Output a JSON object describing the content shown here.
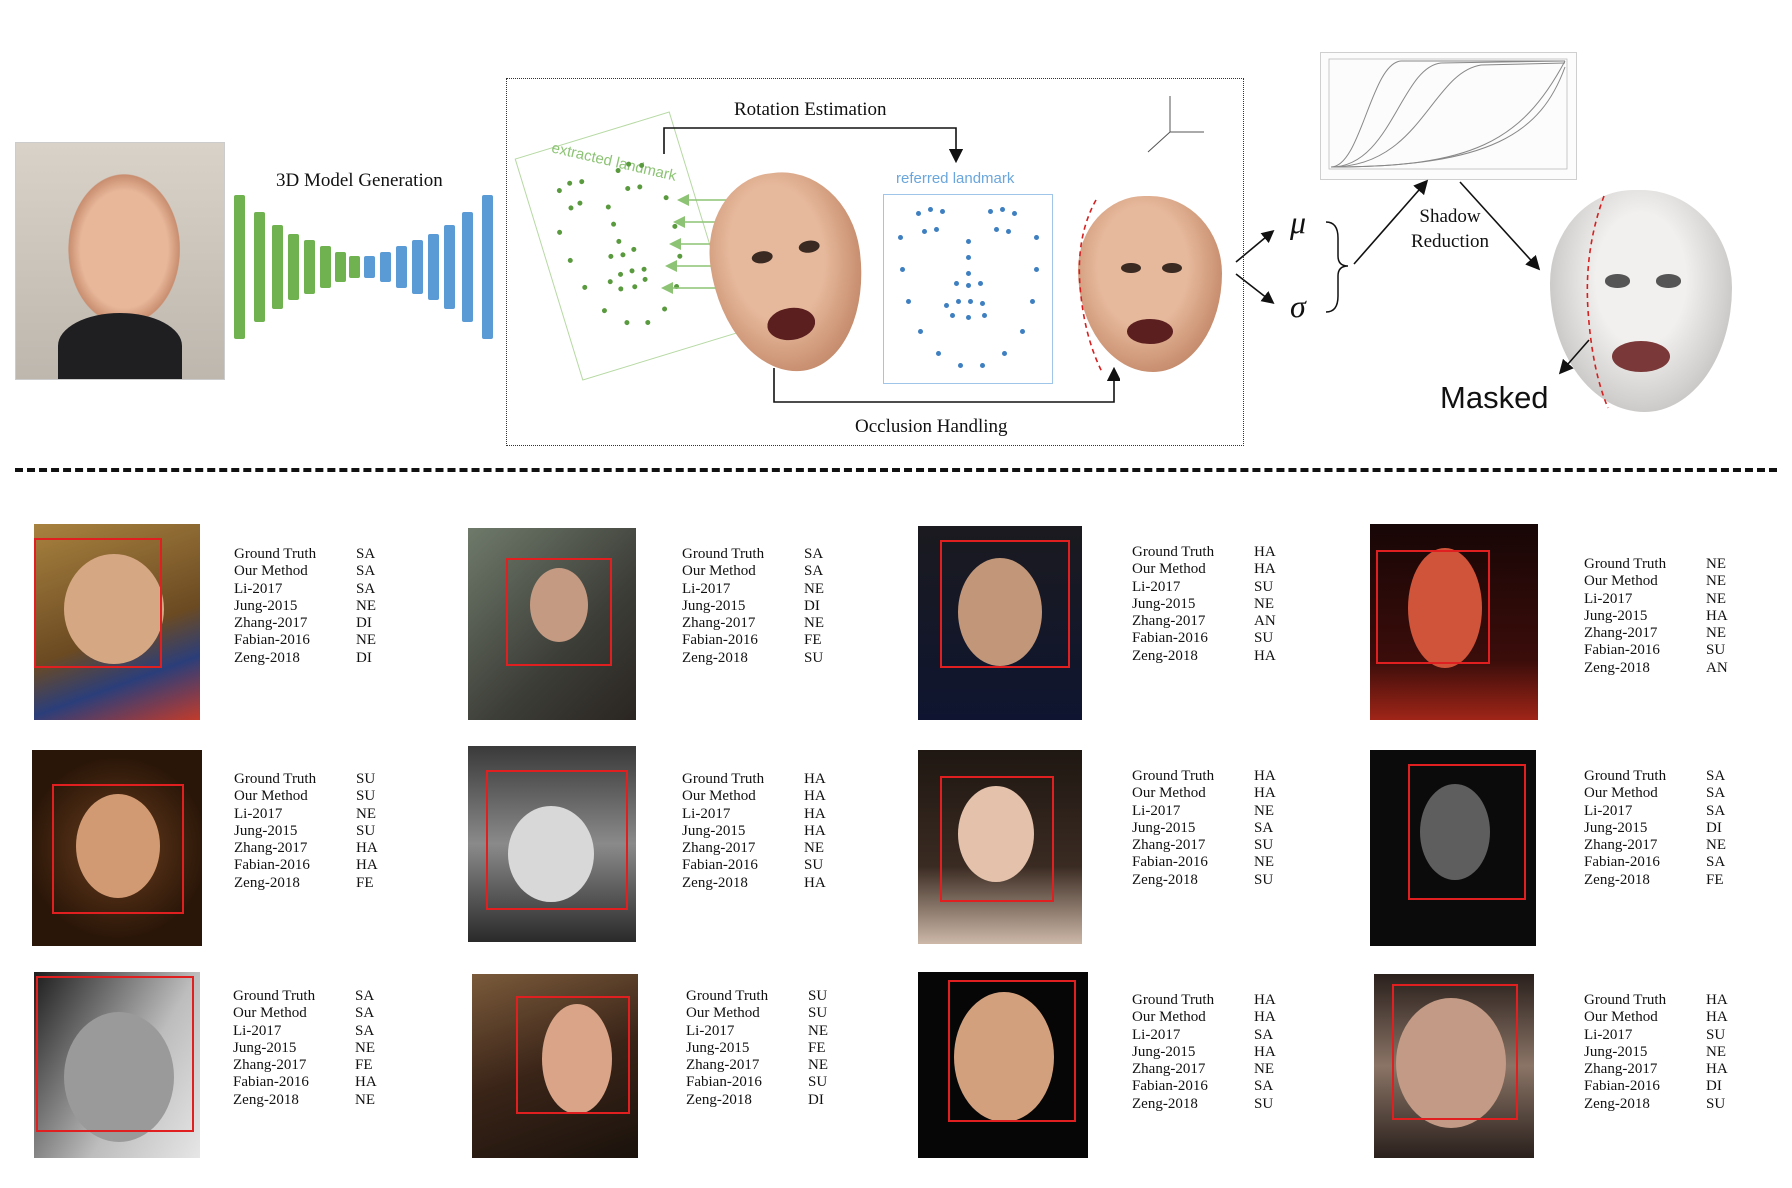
{
  "pipeline": {
    "stage_3d_model": "3D Model Generation",
    "rotation_estimation": "Rotation Estimation",
    "extracted_landmark": "extracted landmark",
    "referred_landmark": "referred landmark",
    "occlusion_handling": "Occlusion Handling",
    "mu": "μ",
    "sigma": "σ",
    "shadow_reduction_line1": "Shadow",
    "shadow_reduction_line2": "Reduction",
    "masked": "Masked"
  },
  "results": [
    {
      "rows": [
        [
          "Ground Truth",
          "SA"
        ],
        [
          "Our Method",
          "SA"
        ],
        [
          "Li-2017",
          "SA"
        ],
        [
          "Jung-2015",
          "NE"
        ],
        [
          "Zhang-2017",
          "DI"
        ],
        [
          "Fabian-2016",
          "NE"
        ],
        [
          "Zeng-2018",
          "DI"
        ]
      ]
    },
    {
      "rows": [
        [
          "Ground Truth",
          "SA"
        ],
        [
          "Our Method",
          "SA"
        ],
        [
          "Li-2017",
          "NE"
        ],
        [
          "Jung-2015",
          "DI"
        ],
        [
          "Zhang-2017",
          "NE"
        ],
        [
          "Fabian-2016",
          "FE"
        ],
        [
          "Zeng-2018",
          "SU"
        ]
      ]
    },
    {
      "rows": [
        [
          "Ground Truth",
          "HA"
        ],
        [
          "Our Method",
          "HA"
        ],
        [
          "Li-2017",
          "SU"
        ],
        [
          "Jung-2015",
          "NE"
        ],
        [
          "Zhang-2017",
          "AN"
        ],
        [
          "Fabian-2016",
          "SU"
        ],
        [
          "Zeng-2018",
          "HA"
        ]
      ]
    },
    {
      "rows": [
        [
          "Ground Truth",
          "NE"
        ],
        [
          "Our Method",
          "NE"
        ],
        [
          "Li-2017",
          "NE"
        ],
        [
          "Jung-2015",
          "HA"
        ],
        [
          "Zhang-2017",
          "NE"
        ],
        [
          "Fabian-2016",
          "SU"
        ],
        [
          "Zeng-2018",
          "AN"
        ]
      ]
    },
    {
      "rows": [
        [
          "Ground Truth",
          "SU"
        ],
        [
          "Our Method",
          "SU"
        ],
        [
          "Li-2017",
          "NE"
        ],
        [
          "Jung-2015",
          "SU"
        ],
        [
          "Zhang-2017",
          "HA"
        ],
        [
          "Fabian-2016",
          "HA"
        ],
        [
          "Zeng-2018",
          "FE"
        ]
      ]
    },
    {
      "rows": [
        [
          "Ground Truth",
          "HA"
        ],
        [
          "Our Method",
          "HA"
        ],
        [
          "Li-2017",
          "HA"
        ],
        [
          "Jung-2015",
          "HA"
        ],
        [
          "Zhang-2017",
          "NE"
        ],
        [
          "Fabian-2016",
          "SU"
        ],
        [
          "Zeng-2018",
          "HA"
        ]
      ]
    },
    {
      "rows": [
        [
          "Ground Truth",
          "HA"
        ],
        [
          "Our Method",
          "HA"
        ],
        [
          "Li-2017",
          "NE"
        ],
        [
          "Jung-2015",
          "SA"
        ],
        [
          "Zhang-2017",
          "SU"
        ],
        [
          "Fabian-2016",
          "NE"
        ],
        [
          "Zeng-2018",
          "SU"
        ]
      ]
    },
    {
      "rows": [
        [
          "Ground Truth",
          "SA"
        ],
        [
          "Our Method",
          "SA"
        ],
        [
          "Li-2017",
          "SA"
        ],
        [
          "Jung-2015",
          "DI"
        ],
        [
          "Zhang-2017",
          "NE"
        ],
        [
          "Fabian-2016",
          "SA"
        ],
        [
          "Zeng-2018",
          "FE"
        ]
      ]
    },
    {
      "rows": [
        [
          "Ground Truth",
          "SA"
        ],
        [
          "Our Method",
          "SA"
        ],
        [
          "Li-2017",
          "SA"
        ],
        [
          "Jung-2015",
          "NE"
        ],
        [
          "Zhang-2017",
          "FE"
        ],
        [
          "Fabian-2016",
          "HA"
        ],
        [
          "Zeng-2018",
          "NE"
        ]
      ]
    },
    {
      "rows": [
        [
          "Ground Truth",
          "SU"
        ],
        [
          "Our Method",
          "SU"
        ],
        [
          "Li-2017",
          "NE"
        ],
        [
          "Jung-2015",
          "FE"
        ],
        [
          "Zhang-2017",
          "NE"
        ],
        [
          "Fabian-2016",
          "SU"
        ],
        [
          "Zeng-2018",
          "DI"
        ]
      ]
    },
    {
      "rows": [
        [
          "Ground Truth",
          "HA"
        ],
        [
          "Our Method",
          "HA"
        ],
        [
          "Li-2017",
          "SA"
        ],
        [
          "Jung-2015",
          "HA"
        ],
        [
          "Zhang-2017",
          "NE"
        ],
        [
          "Fabian-2016",
          "SA"
        ],
        [
          "Zeng-2018",
          "SU"
        ]
      ]
    },
    {
      "rows": [
        [
          "Ground Truth",
          "HA"
        ],
        [
          "Our Method",
          "HA"
        ],
        [
          "Li-2017",
          "SU"
        ],
        [
          "Jung-2015",
          "NE"
        ],
        [
          "Zhang-2017",
          "HA"
        ],
        [
          "Fabian-2016",
          "DI"
        ],
        [
          "Zeng-2018",
          "SU"
        ]
      ]
    }
  ]
}
